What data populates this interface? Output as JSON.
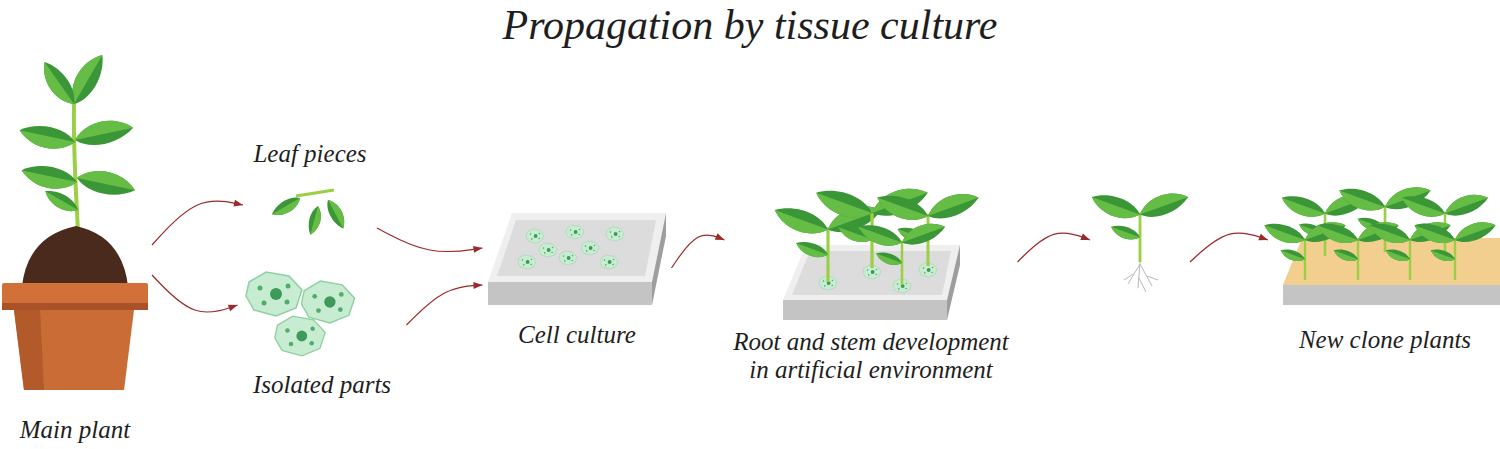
{
  "diagram": {
    "title": "Propagation by tissue culture",
    "nodes": [
      {
        "text": [
          "Main plant"
        ]
      },
      {
        "text": [
          "Leaf pieces"
        ]
      },
      {
        "text": [
          "Isolated parts"
        ]
      },
      {
        "text": [
          "Cell culture"
        ]
      },
      {
        "text": [
          "Root and stem development in artificial environment"
        ]
      },
      {
        "text": [
          "New clone plants"
        ]
      }
    ],
    "edges": [
      {
        "from": 0,
        "to": 1,
        "arrow": "to"
      },
      {
        "from": 0,
        "to": 2,
        "arrow": "to"
      },
      {
        "from": 1,
        "to": 3,
        "arrow": "to"
      },
      {
        "from": 2,
        "to": 3,
        "arrow": "to"
      },
      {
        "from": 3,
        "to": 4,
        "arrow": "to"
      },
      {
        "from": 4,
        "to": 5,
        "arrow": "to"
      }
    ]
  }
}
